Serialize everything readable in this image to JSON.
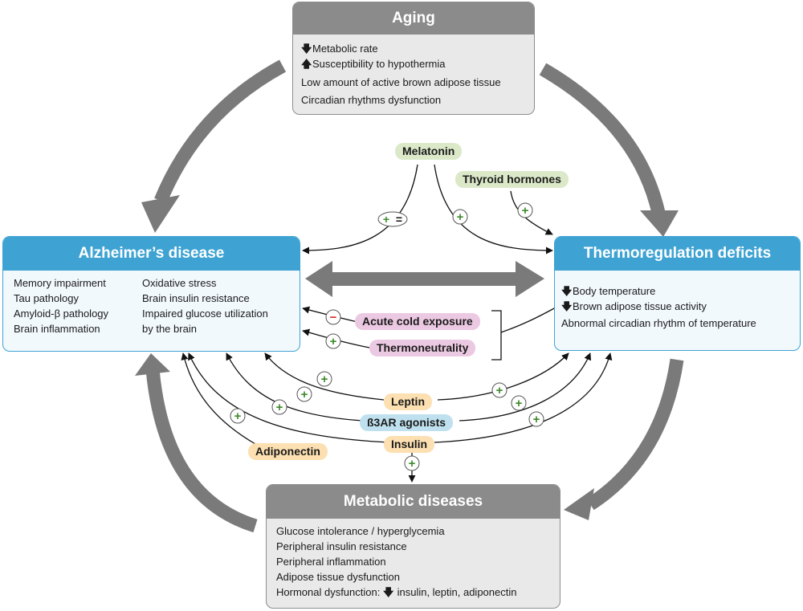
{
  "colors": {
    "gray_arrow": "#7a7a7a",
    "gray_title": "#8b8b8b",
    "blue_title": "#3ea3d3",
    "plus_green": "#3d8a2a",
    "minus_red": "#d62b2b"
  },
  "aging": {
    "title": "Aging",
    "lines": [
      {
        "icon": "arrow-down-icon",
        "arrow": "🡇",
        "text": "Metabolic rate"
      },
      {
        "icon": "arrow-up-icon",
        "arrow": "🡅",
        "text": "Susceptibility to hypothermia"
      },
      {
        "icon": "",
        "arrow": "",
        "text": "Low amount of active brown adipose tissue"
      },
      {
        "icon": "",
        "arrow": "",
        "text": "Circadian rhythms dysfunction"
      }
    ]
  },
  "alzheimers": {
    "title": "Alzheimer’s disease",
    "col1": [
      "Memory impairment",
      "Tau pathology",
      "Amyloid-β pathology",
      "Brain inflammation"
    ],
    "col2": [
      "Oxidative stress",
      "Brain insulin resistance",
      "Impaired glucose utilization",
      "by the brain"
    ]
  },
  "thermo": {
    "title": "Thermoregulation deficits",
    "lines": [
      {
        "icon": "arrow-down-icon",
        "arrow": "🡇",
        "text": "Body temperature"
      },
      {
        "icon": "arrow-down-icon",
        "arrow": "🡇",
        "text": "Brown adipose tissue activity"
      },
      {
        "icon": "",
        "arrow": "",
        "text": "Abnormal circadian rhythm of temperature"
      }
    ]
  },
  "metabolic": {
    "title": "Metabolic diseases",
    "lines": [
      "Glucose intolerance / hyperglycemia",
      "Peripheral insulin resistance",
      "Peripheral inflammation",
      "Adipose tissue dysfunction"
    ],
    "hormonal_prefix": "Hormonal dysfunction:",
    "hormonal_arrow": "🡇",
    "hormonal_suffix": "insulin, leptin, adiponectin"
  },
  "factors": {
    "melatonin": "Melatonin",
    "thyroid": "Thyroid hormones",
    "cold": "Acute cold exposure",
    "thermoneutrality": "Thermoneutrality",
    "leptin": "Leptin",
    "b3ar": "ß3AR agonists",
    "insulin": "Insulin",
    "adiponectin": "Adiponectin"
  },
  "symbols": {
    "plus": "+",
    "minus": "−",
    "plus_equal_plus": "+",
    "plus_equal_eq": "="
  }
}
